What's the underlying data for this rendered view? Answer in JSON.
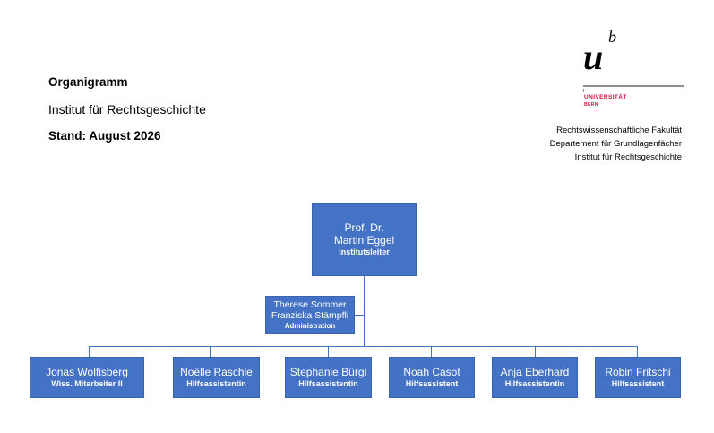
{
  "header": {
    "title": "Organigramm",
    "institute": "Institut für Rechtsgeschichte",
    "stand": "Stand: August 2026"
  },
  "logo": {
    "letter_u": "u",
    "letter_b": "b",
    "university": "UNIVERSITÄT",
    "city": "BERN"
  },
  "faculty_lines": [
    "Rechtswissenschaftliche Fakultät",
    "Departement für Grundlagenfächer",
    "Institut für Rechtsgeschichte"
  ],
  "chart": {
    "head": {
      "name_line1": "Prof. Dr.",
      "name_line2": "Martin Eggel",
      "role": "Institutsleiter"
    },
    "admin": {
      "name_line1": "Therese Sommer",
      "name_line2": "Franziska Stämpfli",
      "role": "Administration"
    },
    "staff": [
      {
        "name": "Jonas Wolfisberg",
        "role": "Wiss. Mitarbeiter II"
      },
      {
        "name": "Noëlle Raschle",
        "role": "Hilfsassistentin"
      },
      {
        "name": "Stephanie Bürgi",
        "role": "Hilfsassistentin"
      },
      {
        "name": "Noah Casot",
        "role": "Hilfsassistent"
      },
      {
        "name": "Anja Eberhard",
        "role": "Hilfsassistentin"
      },
      {
        "name": "Robin Fritschi",
        "role": "Hilfsassistent"
      }
    ]
  },
  "colors": {
    "box": "#4472c4",
    "text": "#ffffff",
    "logo_red": "#d0103a"
  }
}
